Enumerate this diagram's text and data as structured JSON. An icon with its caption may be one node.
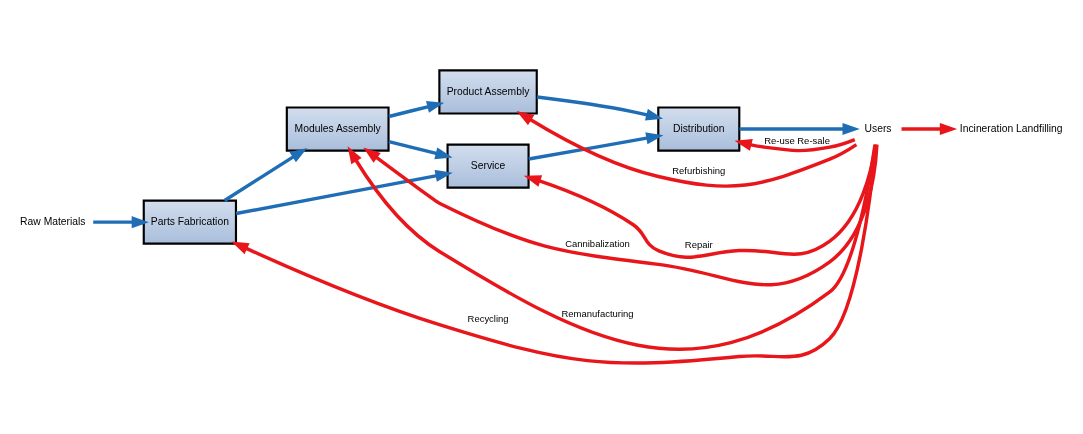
{
  "diagram": {
    "nodes": [
      {
        "text": [
          "Raw Materials"
        ]
      },
      {
        "text": [
          "Parts Fabrication"
        ]
      },
      {
        "text": [
          "Modules Assembly"
        ]
      },
      {
        "text": [
          "Product Assembly"
        ]
      },
      {
        "text": [
          "Service"
        ]
      },
      {
        "text": [
          "Distribution"
        ]
      },
      {
        "text": [
          "Users"
        ]
      },
      {
        "text": [
          "Incineration Landfilling"
        ]
      }
    ],
    "edges": [
      {
        "from": 0,
        "to": 1,
        "arrow": "to",
        "color": "#1f6db5"
      },
      {
        "from": 1,
        "to": 2,
        "arrow": "to",
        "color": "#1f6db5"
      },
      {
        "from": 1,
        "to": 4,
        "arrow": "to",
        "color": "#1f6db5"
      },
      {
        "from": 2,
        "to": 3,
        "arrow": "to",
        "color": "#1f6db5"
      },
      {
        "from": 2,
        "to": 4,
        "arrow": "to",
        "color": "#1f6db5"
      },
      {
        "from": 3,
        "to": 5,
        "arrow": "to",
        "color": "#1f6db5"
      },
      {
        "from": 4,
        "to": 5,
        "arrow": "to",
        "color": "#1f6db5"
      },
      {
        "from": 5,
        "to": 6,
        "arrow": "to",
        "color": "#1f6db5"
      },
      {
        "from": 6,
        "to": 4,
        "arrow": "to",
        "label": "Repair",
        "color": "#e8161b"
      },
      {
        "from": 6,
        "to": 1,
        "arrow": "to",
        "label": "Recycling",
        "color": "#e8161b"
      },
      {
        "from": 6,
        "to": 2,
        "arrow": "to",
        "label": "Cannibalization",
        "color": "#e8161b"
      },
      {
        "from": 6,
        "to": 2,
        "arrow": "to",
        "label": "Remanufacturing",
        "color": "#e8161b"
      },
      {
        "from": 6,
        "to": 3,
        "arrow": "to",
        "label": "Refurbishing",
        "color": "#e8161b"
      },
      {
        "from": 6,
        "to": 5,
        "arrow": "to",
        "label": "Re-use Re-sale",
        "color": "#e8161b"
      },
      {
        "from": 6,
        "to": 7,
        "arrow": "to",
        "color": "#e8161b"
      }
    ]
  }
}
